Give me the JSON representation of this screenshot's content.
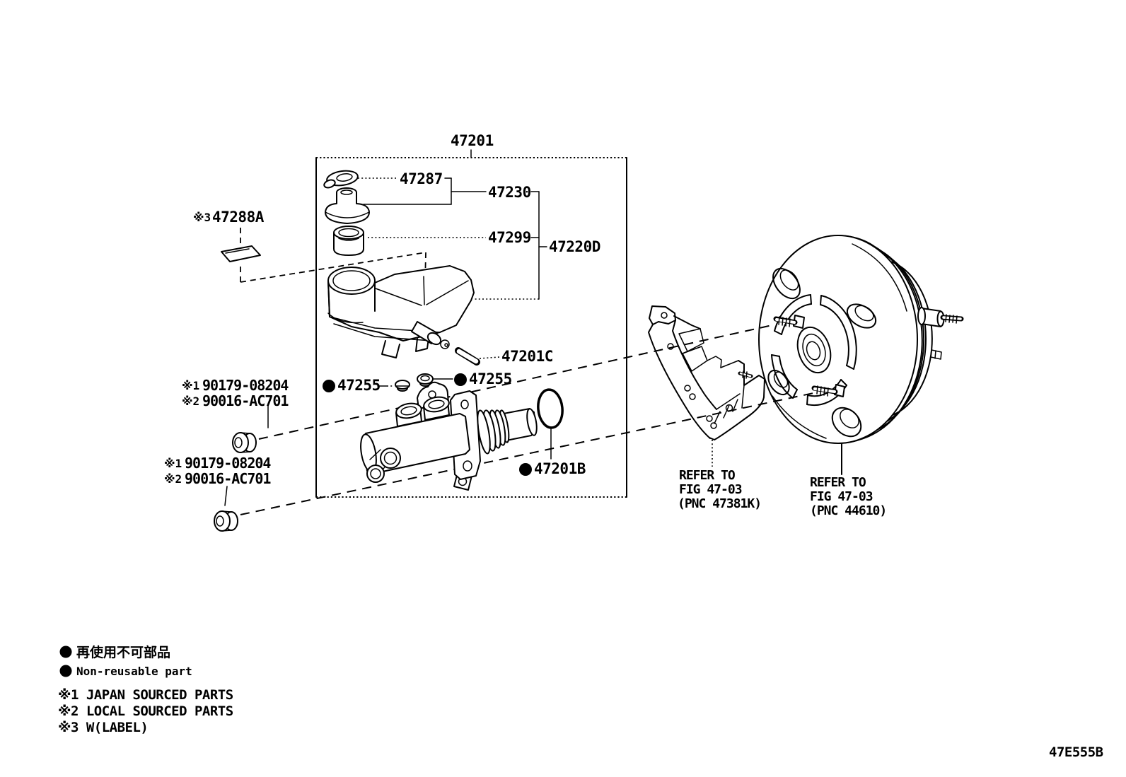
{
  "colors": {
    "ink": "#000000",
    "paper": "#ffffff"
  },
  "figure_code": "47E555B",
  "assembly": {
    "label": "47201"
  },
  "parts": {
    "seal": "47287",
    "cap": "47230",
    "strainer": "47299",
    "reservoir": "47220D",
    "plate_mark": "※3",
    "plate": "47288A",
    "pin": "47201C",
    "grommet_left": "47255",
    "grommet_right": "47255",
    "oring": "47201B"
  },
  "nuts": {
    "mark_japan": "※1",
    "pn_japan": "90179-08204",
    "mark_local": "※2",
    "pn_local": "90016-AC701"
  },
  "references": {
    "bracket": {
      "line1": "REFER TO",
      "line2": "FIG 47-03",
      "line3": "(PNC 47381K)"
    },
    "booster": {
      "line1": "REFER TO",
      "line2": "FIG 47-03",
      "line3": "(PNC 44610)"
    }
  },
  "legend": {
    "jp": "再使用不可部品",
    "en": "Non-reusable part",
    "note1": "※1 JAPAN SOURCED PARTS",
    "note2": "※2 LOCAL SOURCED PARTS",
    "note3": "※3 W(LABEL)"
  }
}
